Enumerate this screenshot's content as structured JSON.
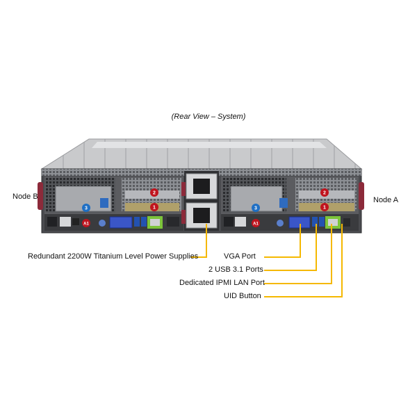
{
  "caption": "(Rear View – System)",
  "node_labels": {
    "left": "Node B",
    "right": "Node A"
  },
  "callouts": {
    "psu": "Redundant  2200W Titanium  Level Power Supplies",
    "vga": "VGA Port",
    "usb": "2 USB 3.1 Ports",
    "ipmi": "Dedicated IPMI LAN Port",
    "uid": "UID  Button"
  },
  "slot_badges": {
    "node_b_slot_top": "2",
    "node_b_slot_bottom": "1",
    "node_b_slot_left": "3",
    "node_b_a1": "A1",
    "node_a_slot_top": "2",
    "node_a_slot_bottom": "1",
    "node_a_slot_left": "3",
    "node_a_a1": "A1"
  },
  "colors": {
    "callout_line": "#f5b800",
    "badge_red": "#c0141e",
    "badge_blue": "#1f6fc4",
    "chassis_dark": "#3a3a3d",
    "chassis_grey": "#8a8c8f",
    "handle_red": "#8c2a3a",
    "vga_blue": "#3a56c8",
    "lan_green": "#7cc43a"
  }
}
